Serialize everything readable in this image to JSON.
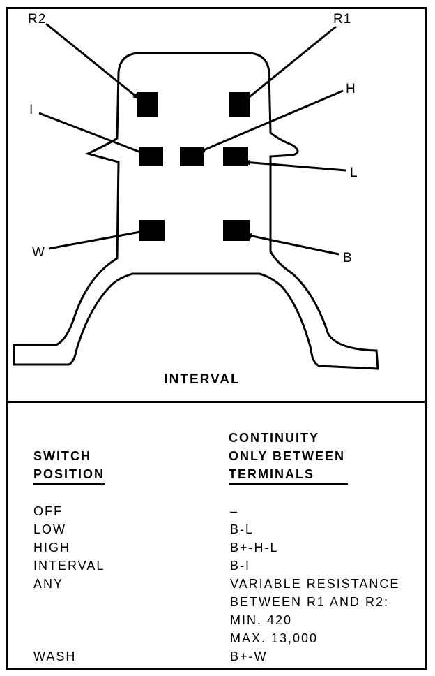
{
  "diagram": {
    "terminal_labels": {
      "R2": "R2",
      "R1": "R1",
      "H": "H",
      "I": "I",
      "L": "L",
      "W": "W",
      "B": "B"
    },
    "caption": "INTERVAL"
  },
  "table": {
    "col1_header": [
      "SWITCH",
      "POSITION"
    ],
    "col2_header": [
      "CONTINUITY",
      "ONLY BETWEEN",
      "TERMINALS"
    ],
    "rows": [
      {
        "position": "OFF",
        "terminals": [
          "–"
        ]
      },
      {
        "position": "LOW",
        "terminals": [
          "B-L"
        ]
      },
      {
        "position": "HIGH",
        "terminals": [
          "B+-H-L"
        ]
      },
      {
        "position": "INTERVAL",
        "terminals": [
          "B-I"
        ]
      },
      {
        "position": "ANY",
        "terminals": [
          "VARIABLE RESISTANCE",
          "BETWEEN R1 AND R2:",
          "MIN. 420",
          "MAX. 13,000"
        ]
      },
      {
        "position": "WASH",
        "terminals": [
          "B+-W"
        ]
      }
    ]
  }
}
